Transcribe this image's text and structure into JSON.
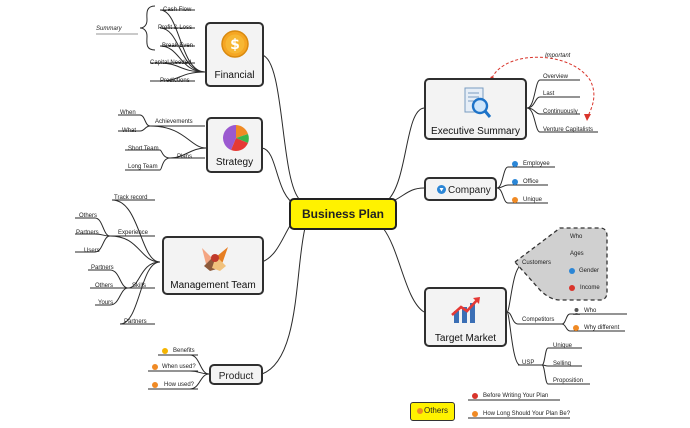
{
  "central": "Business Plan",
  "colors": {
    "central_fill": "#fff200",
    "topic_fill": "#f3f3f3",
    "customers_fill": "#d0d0d0",
    "important_red": "#d9342b"
  },
  "financial": {
    "title": "Financial",
    "icon": "dollar-coin-icon",
    "items": [
      "Cash Flow",
      "Profit & Loss",
      "Break Even",
      "Capital Needed",
      "Predictions"
    ],
    "summary": "Summary"
  },
  "strategy": {
    "title": "Strategy",
    "icon": "pie-chart-icon",
    "achievements": "Achievements",
    "achievements_children": [
      "When",
      "What"
    ],
    "plans": "Plans",
    "plans_children": [
      "Short Team",
      "Long Team"
    ]
  },
  "management": {
    "title": "Management Team",
    "icon": "hands-together-icon",
    "track_record": "Track record",
    "experience": "Experience",
    "experience_children": [
      "Others",
      "Partners",
      "Users"
    ],
    "skills": "Skills",
    "skills_children": [
      "Partners",
      "Others",
      "Yours"
    ],
    "partners": "Partners"
  },
  "product": {
    "title": "Product",
    "items": [
      "Benefits",
      "When used?",
      "How used?"
    ]
  },
  "executive": {
    "title": "Executive Summary",
    "icon": "document-search-icon",
    "items": [
      "Overview",
      "Last",
      "Continuously",
      "Venture Capitalists"
    ],
    "relation_label": "Important"
  },
  "company": {
    "title": "Company",
    "icon": "shield-icon",
    "items": [
      "Employee",
      "Office",
      "Unique"
    ]
  },
  "market": {
    "title": "Target Market",
    "icon": "trending-chart-icon",
    "customers": "Customers",
    "customers_children": [
      "Who",
      "Ages",
      "Gender",
      "Income"
    ],
    "competitors": "Competitors",
    "competitors_children": [
      "Who",
      "Why different"
    ],
    "usp": "USP",
    "usp_children": [
      "Unique",
      "Selling",
      "Proposition"
    ]
  },
  "others": {
    "title": "Others",
    "items": [
      "Before Writing Your Plan",
      "How Long Should Your Plan Be?"
    ]
  }
}
